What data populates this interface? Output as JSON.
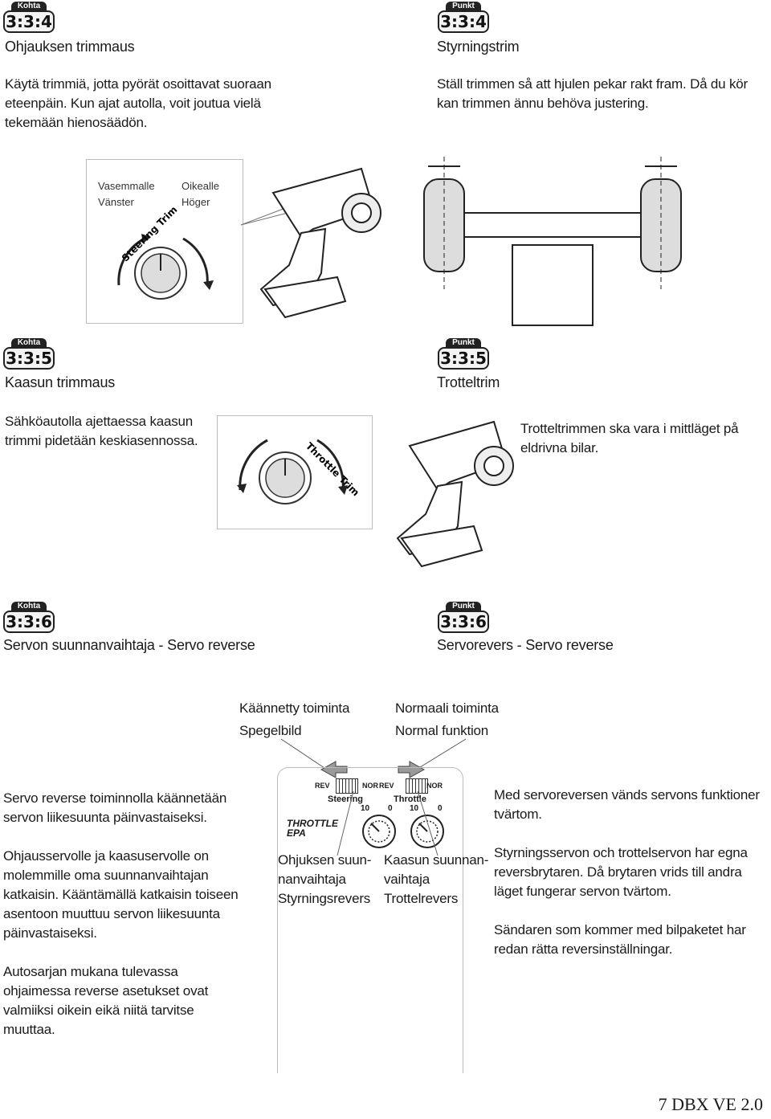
{
  "sections": [
    {
      "fi": {
        "tag": "Kohta",
        "num": "3:3:4",
        "title": "Ohjauksen trimmaus",
        "body": "Käytä trimmiä, jotta pyörät osoittavat suoraan eteenpäin. Kun ajat autolla, voit joutua vielä tekemään hienosäädön."
      },
      "sv": {
        "tag": "Punkt",
        "num": "3:3:4",
        "title": "Styrningstrim",
        "body": "Ställ trimmen så att hjulen pekar rakt fram. Då du kör kan trimmen ännu behöva justering."
      }
    },
    {
      "fi": {
        "tag": "Kohta",
        "num": "3:3:5",
        "title": "Kaasun trimmaus",
        "body": "Sähköautolla ajettaessa kaasun trimmi pidetään keskiasennossa."
      },
      "sv": {
        "tag": "Punkt",
        "num": "3:3:5",
        "title": "Trotteltrim",
        "body": "Trotteltrimmen ska vara i mittläget på eldrivna bilar."
      }
    },
    {
      "fi": {
        "tag": "Kohta",
        "num": "3:3:6",
        "title": "Servon suunnanvaihtaja - Servo reverse"
      },
      "sv": {
        "tag": "Punkt",
        "num": "3:3:6",
        "title": "Servorevers - Servo reverse"
      }
    }
  ],
  "steering_fig": {
    "left_fi": "Vasemmalle",
    "left_sv": "Vänster",
    "right_fi": "Oikealle",
    "right_sv": "Höger",
    "dial_label": "Steering Trim"
  },
  "throttle_fig": {
    "dial_label": "Throttle Trim"
  },
  "reverse_fig": {
    "reversed_fi": "Käännetty toiminta",
    "reversed_sv": "Spegelbild",
    "normal_fi": "Normaali toiminta",
    "normal_sv": "Normal funktion",
    "rev": "REV",
    "nor": "NOR",
    "steering": "Steering",
    "throttle": "Throttle",
    "epa_logo": "THROTTLE EPA",
    "ten": "10",
    "zero": "0",
    "steer_label_1": "Ohjuksen suun-",
    "steer_label_2": "nanvaihtaja",
    "steer_label_3": "Styrningsrevers",
    "thr_label_1": "Kaasun suunnan-",
    "thr_label_2": "vaihtaja",
    "thr_label_3": "Trottelrevers"
  },
  "reverse_text_fi": [
    "Servo reverse toiminnolla käännetään servon liikesuunta päinvastaiseksi.",
    "Ohjausservolle ja kaasuservolle on molemmille oma suunnanvaihtajan katkaisin. Kääntämällä katkaisin toiseen asentoon muuttuu servon liikesuunta päinvastaiseksi.",
    "Autosarjan mukana tulevassa ohjaimessa reverse asetukset ovat valmiiksi oikein eikä niitä tarvitse muuttaa."
  ],
  "reverse_text_sv": [
    "Med servoreversen vänds servons funktioner tvärtom.",
    "Styrningsservon och trottelservon har egna reversbrytaren. Då brytaren vrids till andra läget fungerar servon tvärtom.",
    "Sändaren som kommer med bilpaketet har redan rätta reversinställningar."
  ],
  "footer": "7 DBX VE 2.0"
}
